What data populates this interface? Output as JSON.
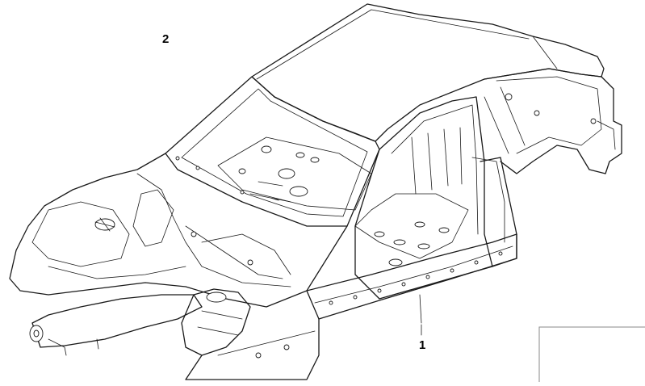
{
  "diagram": {
    "callouts": [
      {
        "id": "2",
        "label": "2"
      },
      {
        "id": "1",
        "label": "1"
      }
    ]
  }
}
